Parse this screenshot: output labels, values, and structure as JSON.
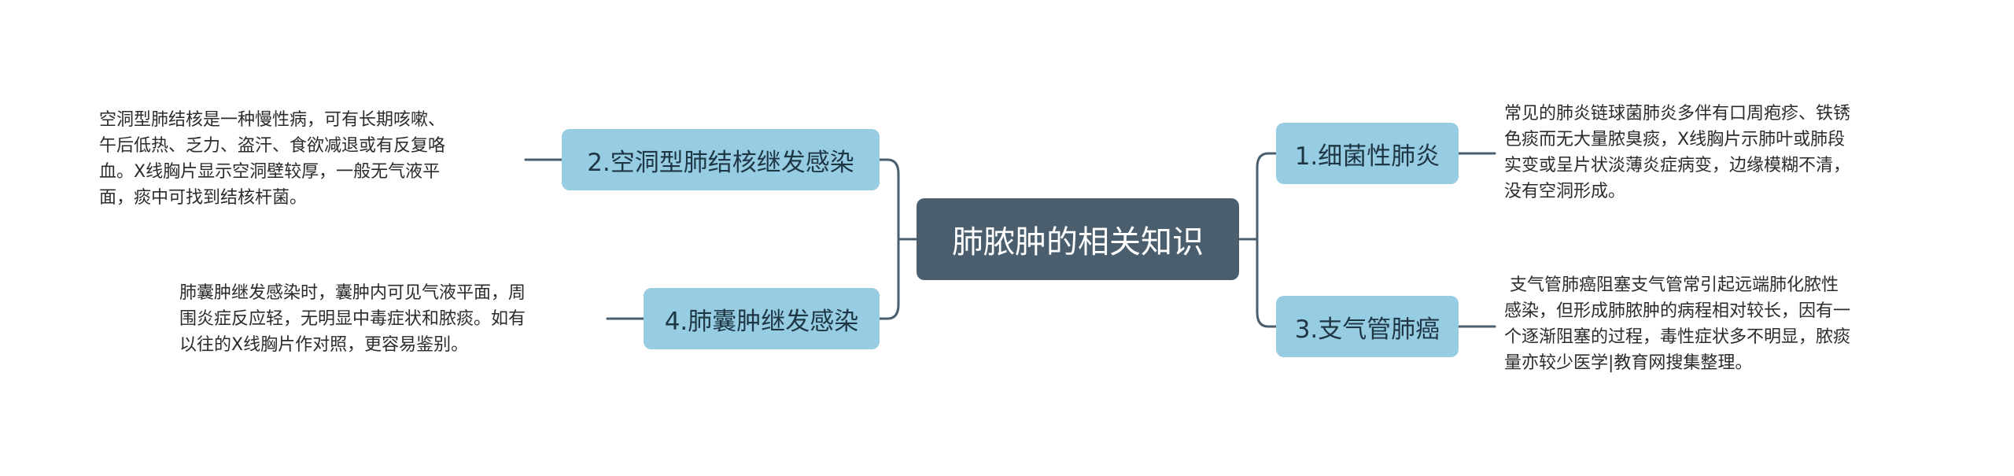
{
  "diagram": {
    "center": "肺脓肿的相关知识",
    "branches": [
      {
        "label": "1.细菌性肺炎",
        "lines": [
          "常见的肺炎链球菌肺炎多伴有口周疱疹、铁锈",
          "色痰而无大量脓臭痰，X线胸片示肺叶或肺段",
          "实变或呈片状淡薄炎症病变，边缘模糊不清，",
          "没有空洞形成。"
        ]
      },
      {
        "label": "2.空洞型肺结核继发感染",
        "lines": [
          "空洞型肺结核是一种慢性病，可有长期咳嗽、",
          "午后低热、乏力、盗汗、食欲减退或有反复咯",
          "血。X线胸片显示空洞壁较厚，一般无气液平",
          "面，痰中可找到结核杆菌。"
        ]
      },
      {
        "label": "3.支气管肺癌",
        "lines": [
          " 支气管肺癌阻塞支气管常引起远端肺化脓性",
          "感染，但形成肺脓肿的病程相对较长，因有一",
          "个逐渐阻塞的过程，毒性症状多不明显，脓痰",
          "量亦较少医学|教育网搜集整理。"
        ]
      },
      {
        "label": "4.肺囊肿继发感染",
        "lines": [
          "肺囊肿继发感染时，囊肿内可见气液平面，周",
          "围炎症反应轻，无明显中毒症状和脓痰。如有",
          "以往的X线胸片作对照，更容易鉴别。"
        ]
      }
    ]
  },
  "colors": {
    "center_bg": "#4a5e6d",
    "branch_bg": "#96cde3",
    "connector": "#4a5e6d"
  }
}
